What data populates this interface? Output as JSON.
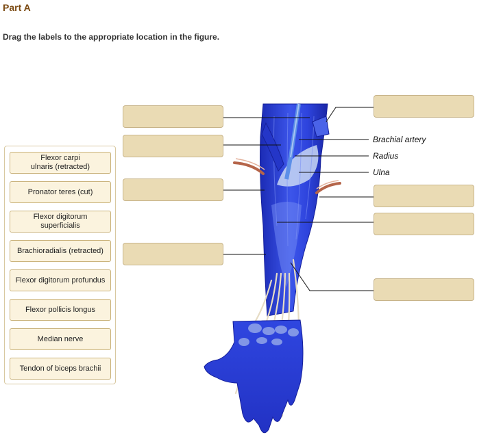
{
  "header": {
    "part_title": "Part A",
    "instruction": "Drag the labels to the appropriate location in the figure."
  },
  "label_bank": {
    "items": [
      {
        "line1": "Flexor carpi",
        "line2": "ulnaris (retracted)"
      },
      {
        "line1": "Pronator teres (cut)",
        "line2": ""
      },
      {
        "line1": "Flexor digitorum",
        "line2": "superficialis"
      },
      {
        "line1": "Brachioradialis (retracted)",
        "line2": ""
      },
      {
        "line1": "Flexor digitorum profundus",
        "line2": ""
      },
      {
        "line1": "Flexor pollicis longus",
        "line2": ""
      },
      {
        "line1": "Median nerve",
        "line2": ""
      },
      {
        "line1": "Tendon of biceps brachii",
        "line2": ""
      }
    ]
  },
  "figure": {
    "fixed_labels": {
      "brachial_artery": "Brachial artery",
      "radius": "Radius",
      "ulna": "Ulna"
    },
    "colors": {
      "muscle": "#2a3fd8",
      "muscle_dark": "#1a24a0",
      "tendon": "#e6dcc4",
      "bone": "#d9e2ee",
      "artery": "#b5654a",
      "target_fill": "#eadbb4"
    }
  }
}
